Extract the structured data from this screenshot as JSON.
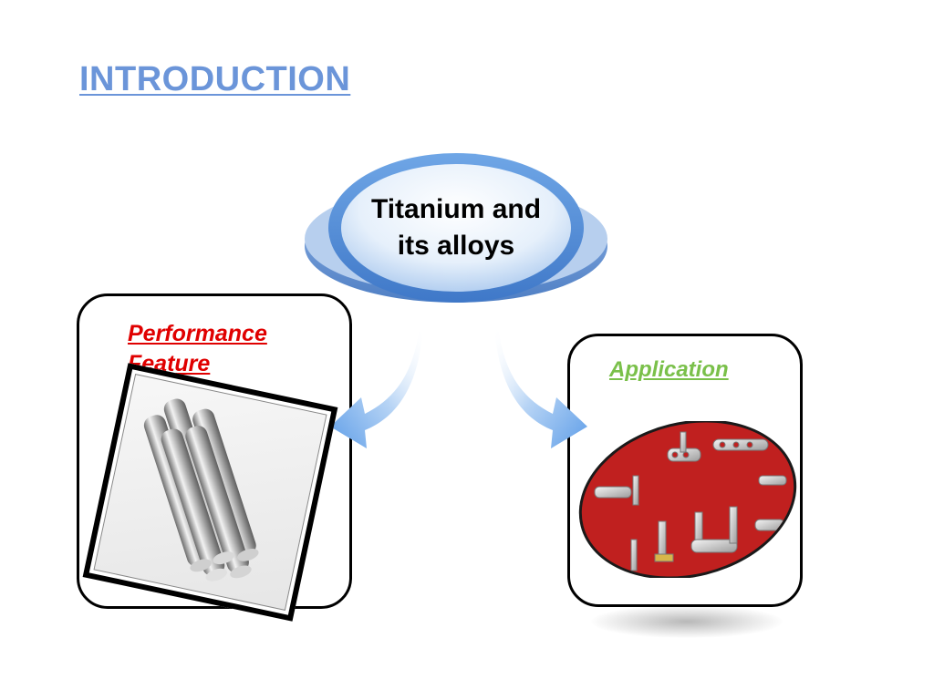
{
  "slide": {
    "title": "INTRODUCTION",
    "center": {
      "line1": "Titanium and",
      "line2": "its alloys"
    },
    "left": {
      "line1": "Performance",
      "line2": "Feature"
    },
    "right": {
      "label": "Application"
    }
  },
  "colors": {
    "title": "#6b95d9",
    "performance": "#e00000",
    "application": "#7ac04a",
    "oval": "#5b8fd6",
    "arrow": "#6aa5ea"
  }
}
